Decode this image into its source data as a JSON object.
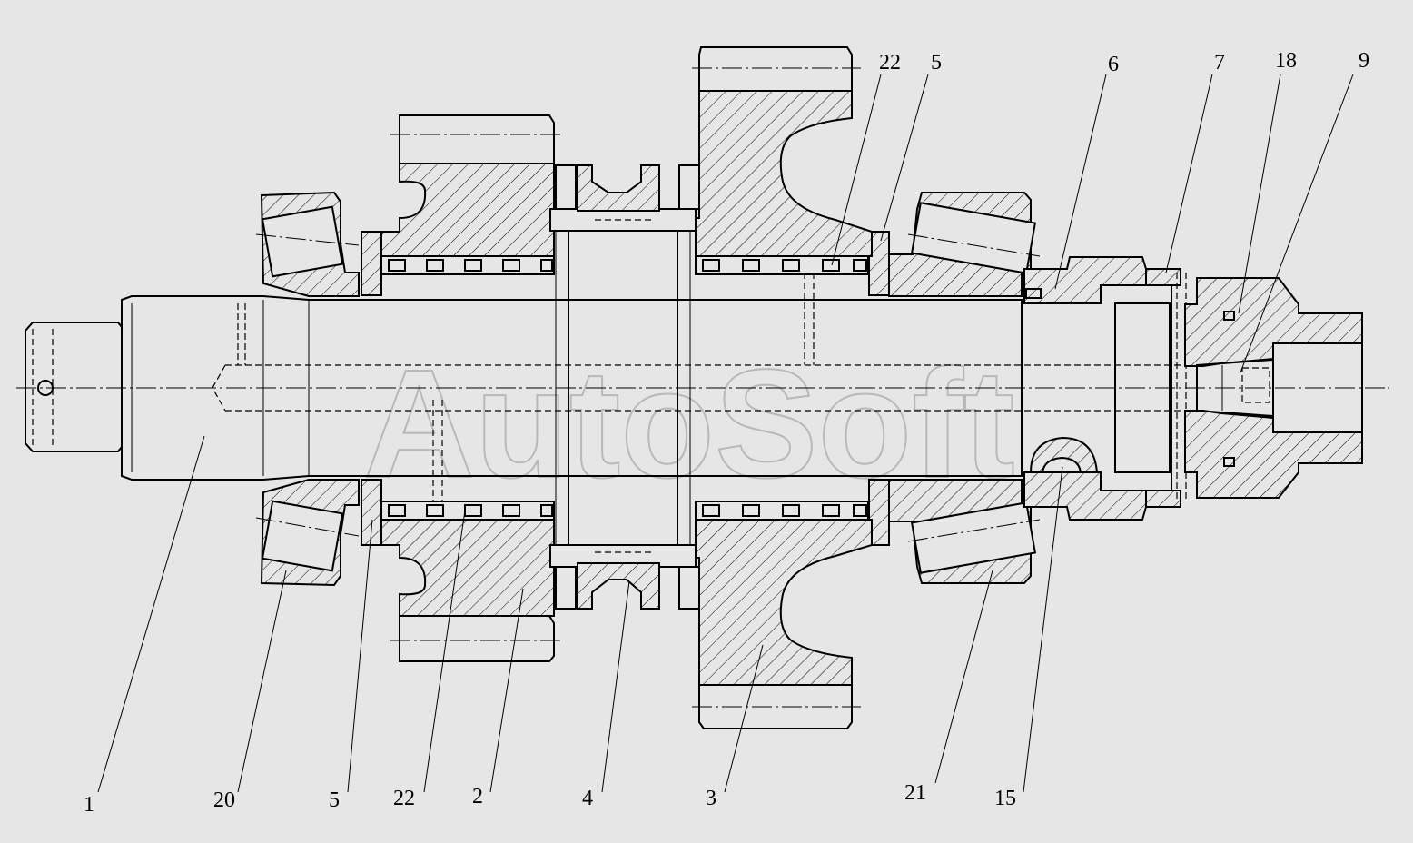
{
  "watermark": "AutoSoft",
  "callouts": {
    "c1": "1",
    "c20": "20",
    "c5_bottom": "5",
    "c22_bottom": "22",
    "c2": "2",
    "c4": "4",
    "c3": "3",
    "c21": "21",
    "c15": "15",
    "c22_top": "22",
    "c5_top": "5",
    "c6": "6",
    "c7": "7",
    "c18": "18",
    "c9": "9"
  }
}
